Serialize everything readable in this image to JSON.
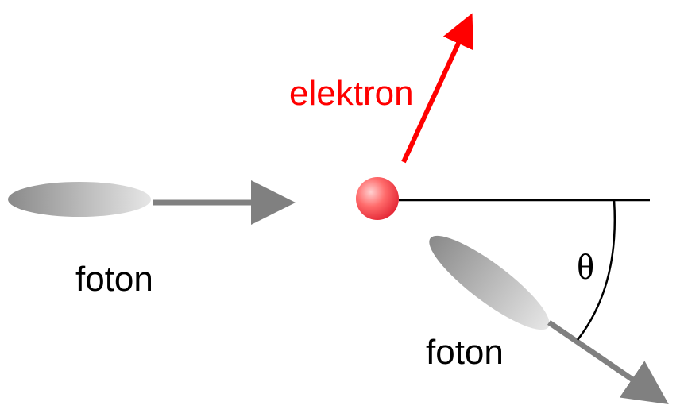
{
  "labels": {
    "electron": "elektron",
    "photon_incident": "foton",
    "photon_scattered": "foton",
    "angle_symbol": "θ"
  },
  "colors": {
    "electron_red": "#ff0000",
    "electron_fill_light": "#ffb3b3",
    "electron_fill_dark": "#e63946",
    "photon_light": "#d9d9d9",
    "photon_dark": "#8a8a8a",
    "arrow_gray": "#808080",
    "line_black": "#000000",
    "text_black": "#000000"
  }
}
